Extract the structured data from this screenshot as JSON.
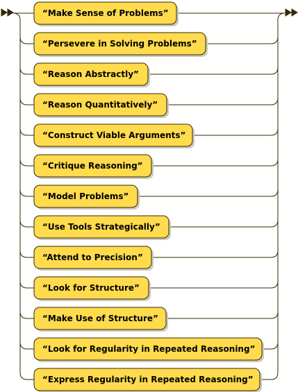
{
  "diagram": {
    "type": "railroad-choice",
    "colors": {
      "box_fill": "#FFDB4D",
      "line": "#332900",
      "text": "#000000"
    },
    "options": [
      {
        "label": "“Make Sense of Problems”"
      },
      {
        "label": "“Persevere in Solving Problems”"
      },
      {
        "label": "“Reason Abstractly”"
      },
      {
        "label": "“Reason Quantitatively”"
      },
      {
        "label": "“Construct Viable Arguments”"
      },
      {
        "label": "“Critique Reasoning”"
      },
      {
        "label": "“Model Problems”"
      },
      {
        "label": "“Use Tools Strategically”"
      },
      {
        "label": "“Attend to Precision”"
      },
      {
        "label": "“Look for Structure”"
      },
      {
        "label": "“Make Use of Structure”"
      },
      {
        "label": "“Look for Regularity in Repeated Reasoning”"
      },
      {
        "label": "“Express Regularity in Repeated Reasoning”"
      }
    ]
  }
}
